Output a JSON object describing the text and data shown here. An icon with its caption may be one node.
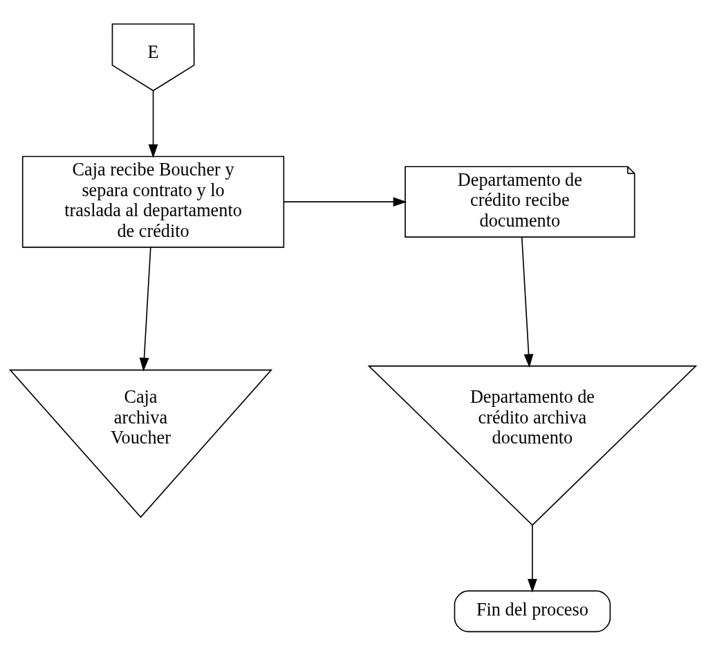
{
  "diagram": {
    "nodes": [
      {
        "text": [
          "E"
        ]
      },
      {
        "text": [
          "Caja recibe Boucher y separa contrato y lo traslada al departamento de crédito"
        ]
      },
      {
        "text": [
          "Departamento de crédito recibe documento"
        ]
      },
      {
        "text": [
          "Caja archiva Voucher"
        ]
      },
      {
        "text": [
          "Departamento de crédito archiva documento"
        ]
      },
      {
        "text": [
          "Fin del proceso"
        ]
      }
    ],
    "edges": [
      {
        "from": 0,
        "to": 1,
        "arrow": "to"
      },
      {
        "from": 1,
        "to": 2,
        "arrow": "to"
      },
      {
        "from": 1,
        "to": 3,
        "arrow": "to"
      },
      {
        "from": 2,
        "to": 4,
        "arrow": "to"
      },
      {
        "from": 4,
        "to": 5,
        "arrow": "to"
      }
    ]
  }
}
